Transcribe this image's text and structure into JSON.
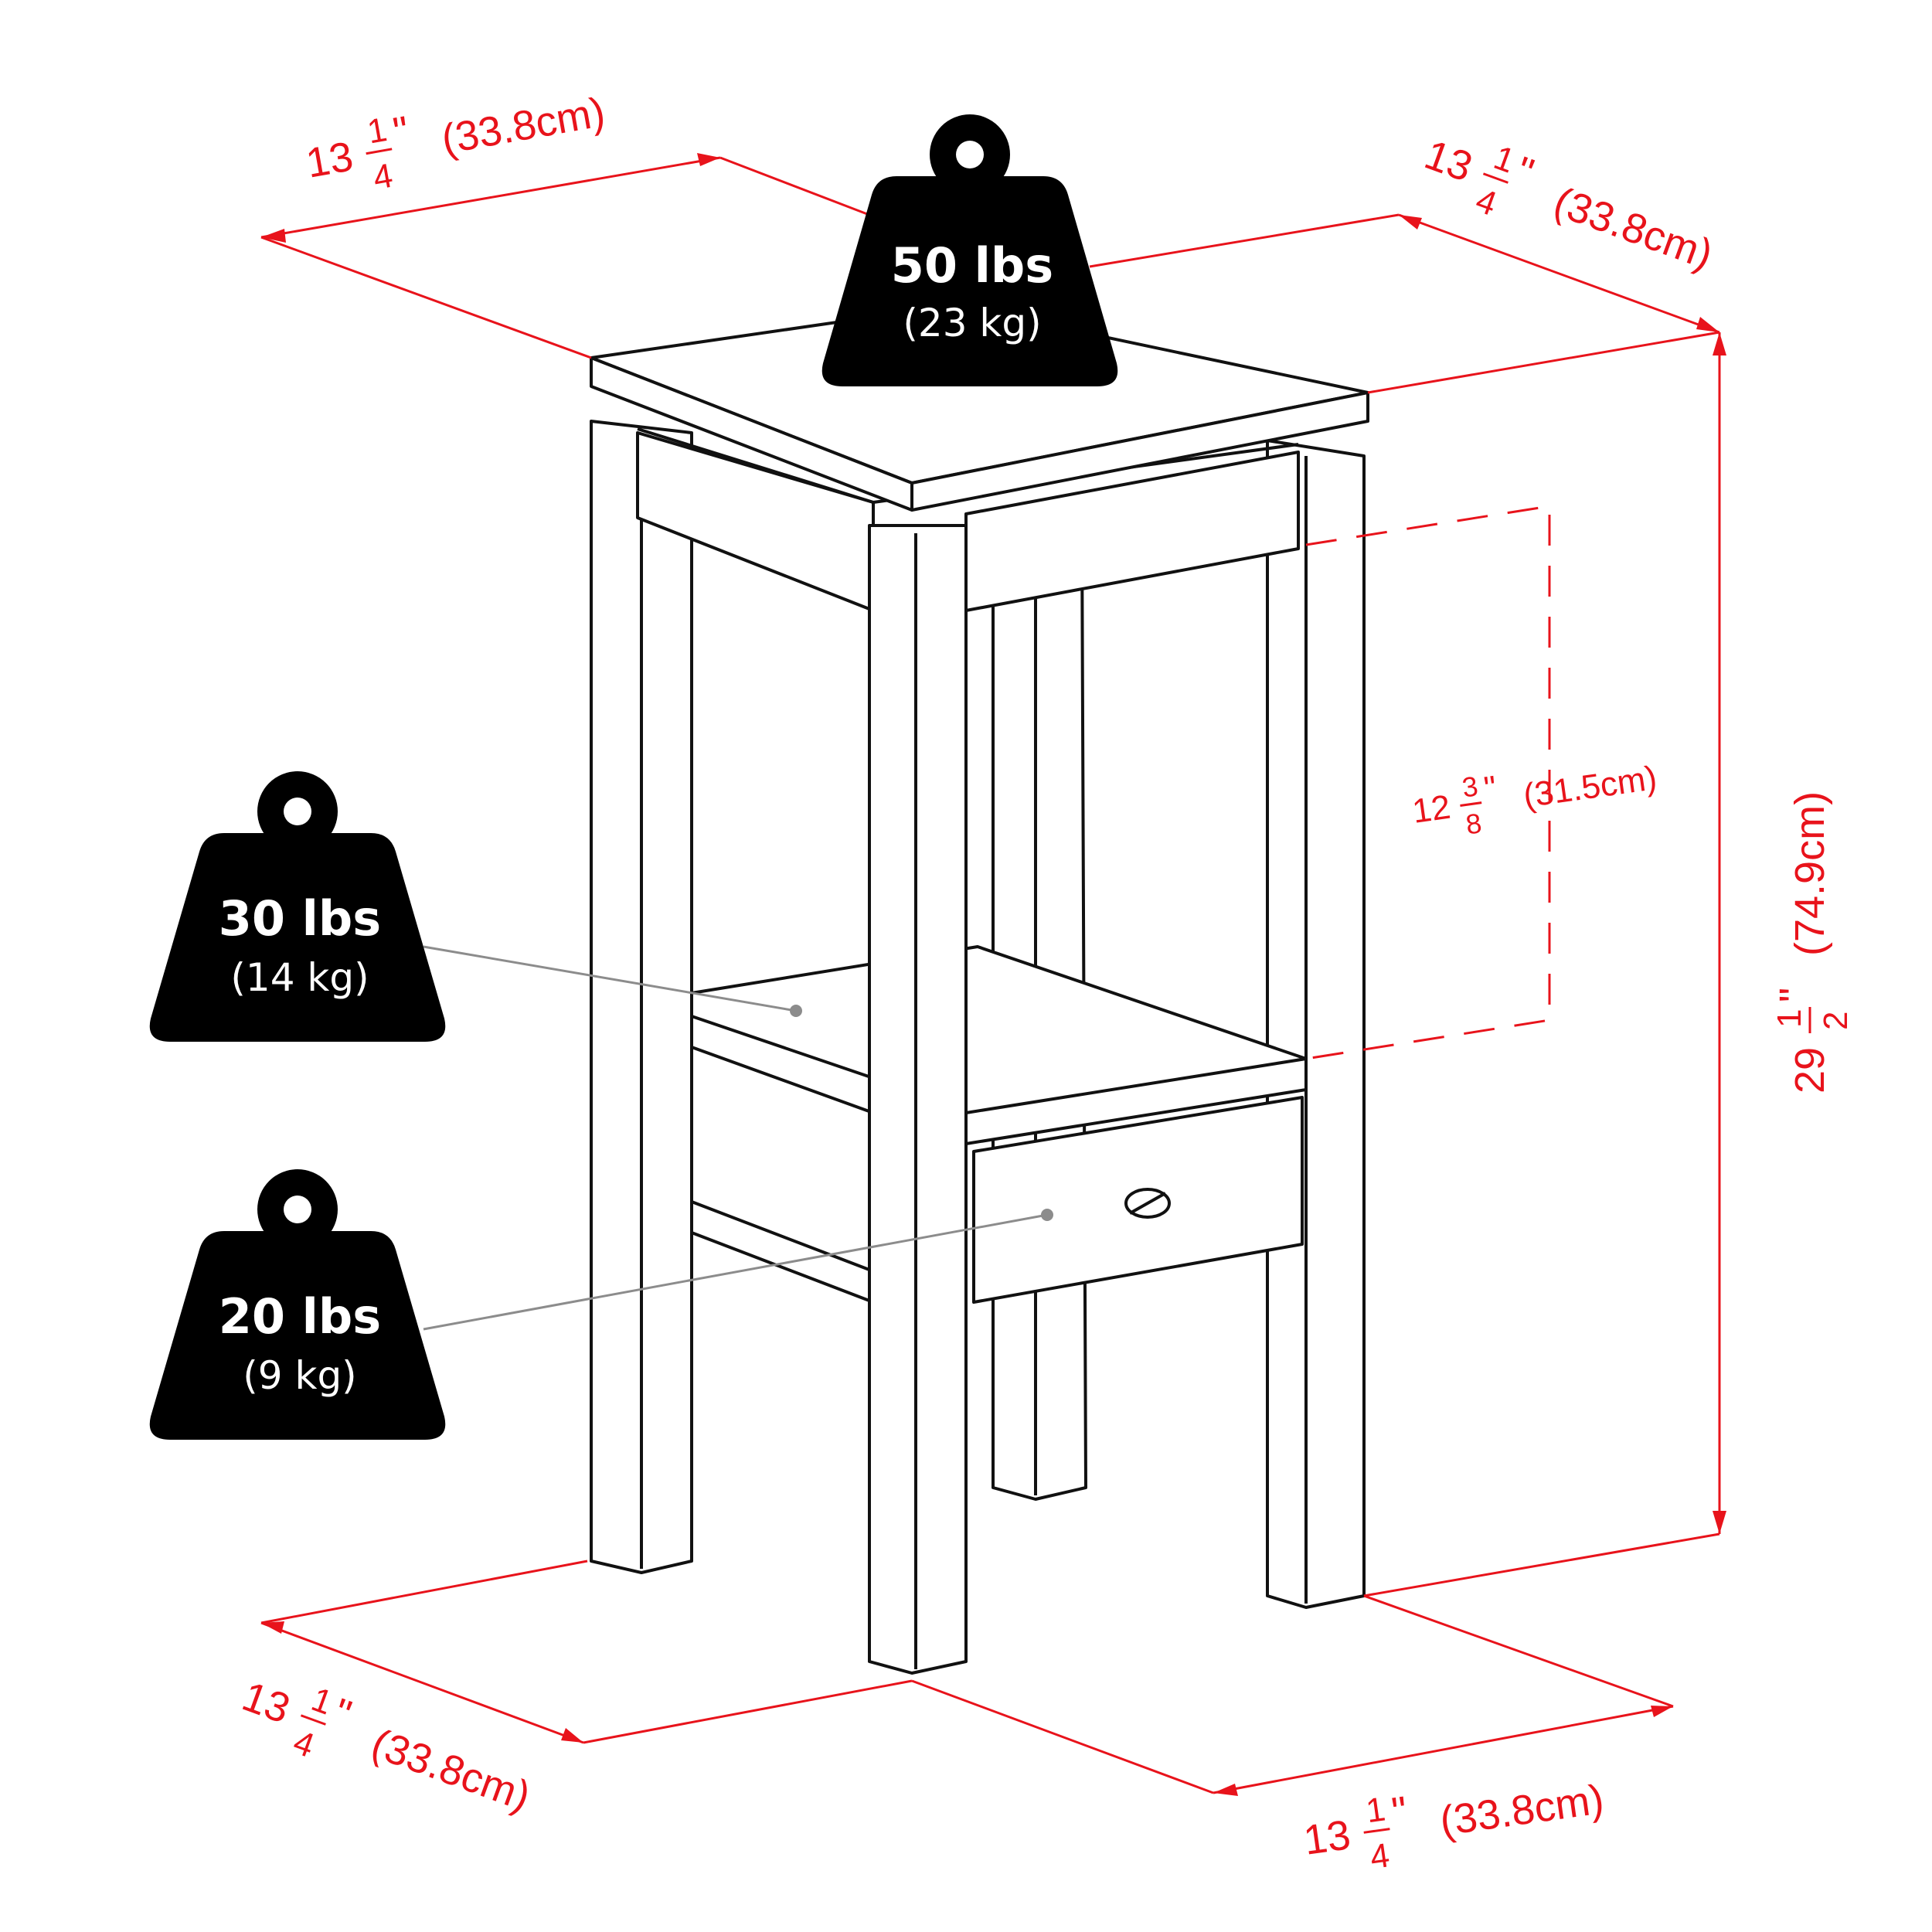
{
  "dimensions": {
    "top_left": {
      "whole": "13",
      "num": "1",
      "den": "4",
      "inch": "\"",
      "metric": "(33.8cm)"
    },
    "top_right": {
      "whole": "13",
      "num": "1",
      "den": "4",
      "inch": "\"",
      "metric": "(33.8cm)"
    },
    "bottom_left": {
      "whole": "13",
      "num": "1",
      "den": "4",
      "inch": "\"",
      "metric": "(33.8cm)"
    },
    "bottom_right": {
      "whole": "13",
      "num": "1",
      "den": "4",
      "inch": "\"",
      "metric": "(33.8cm)"
    },
    "height": {
      "whole": "29",
      "num": "1",
      "den": "2",
      "inch": "\"",
      "metric": "(74.9cm)"
    },
    "shelf_spacing": {
      "whole": "12",
      "num": "3",
      "den": "8",
      "inch": "\"",
      "metric": "(31.5cm)"
    }
  },
  "weights": {
    "top": {
      "main": "50 lbs",
      "sub": "(23 kg)"
    },
    "shelf": {
      "main": "30 lbs",
      "sub": "(14 kg)"
    },
    "drawer": {
      "main": "20 lbs",
      "sub": "(9 kg)"
    }
  },
  "colors": {
    "dimension": "#e8131b",
    "weight_badge": "#000000",
    "leader": "#8c8c8c"
  }
}
